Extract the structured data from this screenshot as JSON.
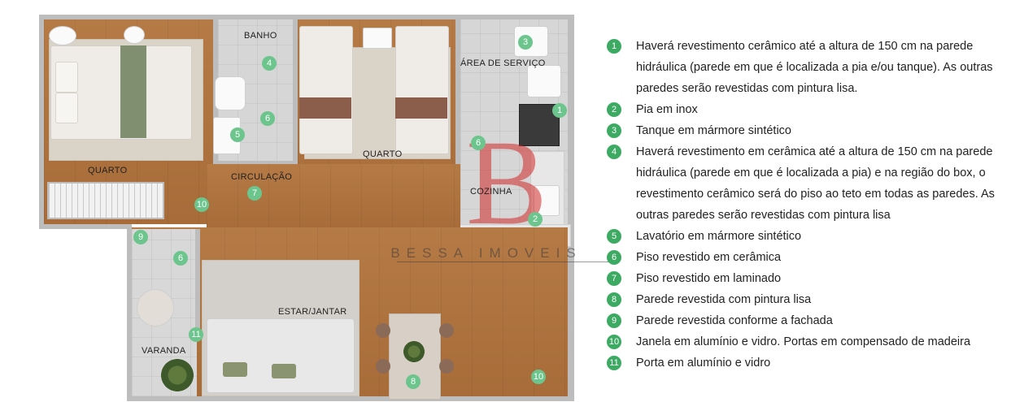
{
  "rooms": {
    "quarto_1": "QUARTO",
    "banho": "BANHO",
    "quarto_2": "QUARTO",
    "area_servico": "ÁREA DE SERVIÇO",
    "circulacao": "CIRCULAÇÃO",
    "cozinha": "COZINHA",
    "estar_jantar": "ESTAR/JANTAR",
    "varanda": "VARANDA"
  },
  "markers": [
    "1",
    "2",
    "3",
    "4",
    "5",
    "6",
    "6",
    "6",
    "7",
    "8",
    "9",
    "10",
    "10",
    "11"
  ],
  "logo": {
    "letter": "B",
    "text": "BESSA IMOVEIS"
  },
  "legend": [
    {
      "num": "1",
      "text": "Haverá revestimento cerâmico até a altura de 150 cm na parede hidráulica (parede em que é localizada a pia e/ou tanque). As outras paredes serão revestidas com pintura lisa."
    },
    {
      "num": "2",
      "text": "Pia em inox"
    },
    {
      "num": "3",
      "text": "Tanque em mármore sintético"
    },
    {
      "num": "4",
      "text": "Haverá revestimento em cerâmica até a altura de 150 cm na parede hidráulica (parede em que é localizada a pia) e na região do box, o revestimento cerâmico será do piso ao teto em todas as paredes. As outras paredes serão revestidas com pintura lisa"
    },
    {
      "num": "5",
      "text": "Lavatório em mármore sintético"
    },
    {
      "num": "6",
      "text": "Piso revestido em cerâmica"
    },
    {
      "num": "7",
      "text": "Piso revestido em laminado"
    },
    {
      "num": "8",
      "text": "Parede revestida com pintura lisa"
    },
    {
      "num": "9",
      "text": "Parede revestida conforme a fachada"
    },
    {
      "num": "10",
      "text": "Janela em alumínio e vidro. Portas em compensado de madeira"
    },
    {
      "num": "11",
      "text": "Porta em alumínio e vidro"
    }
  ],
  "colors": {
    "marker": "#6cc58c",
    "legend_marker": "#3daa64",
    "logo": "#d22828"
  }
}
